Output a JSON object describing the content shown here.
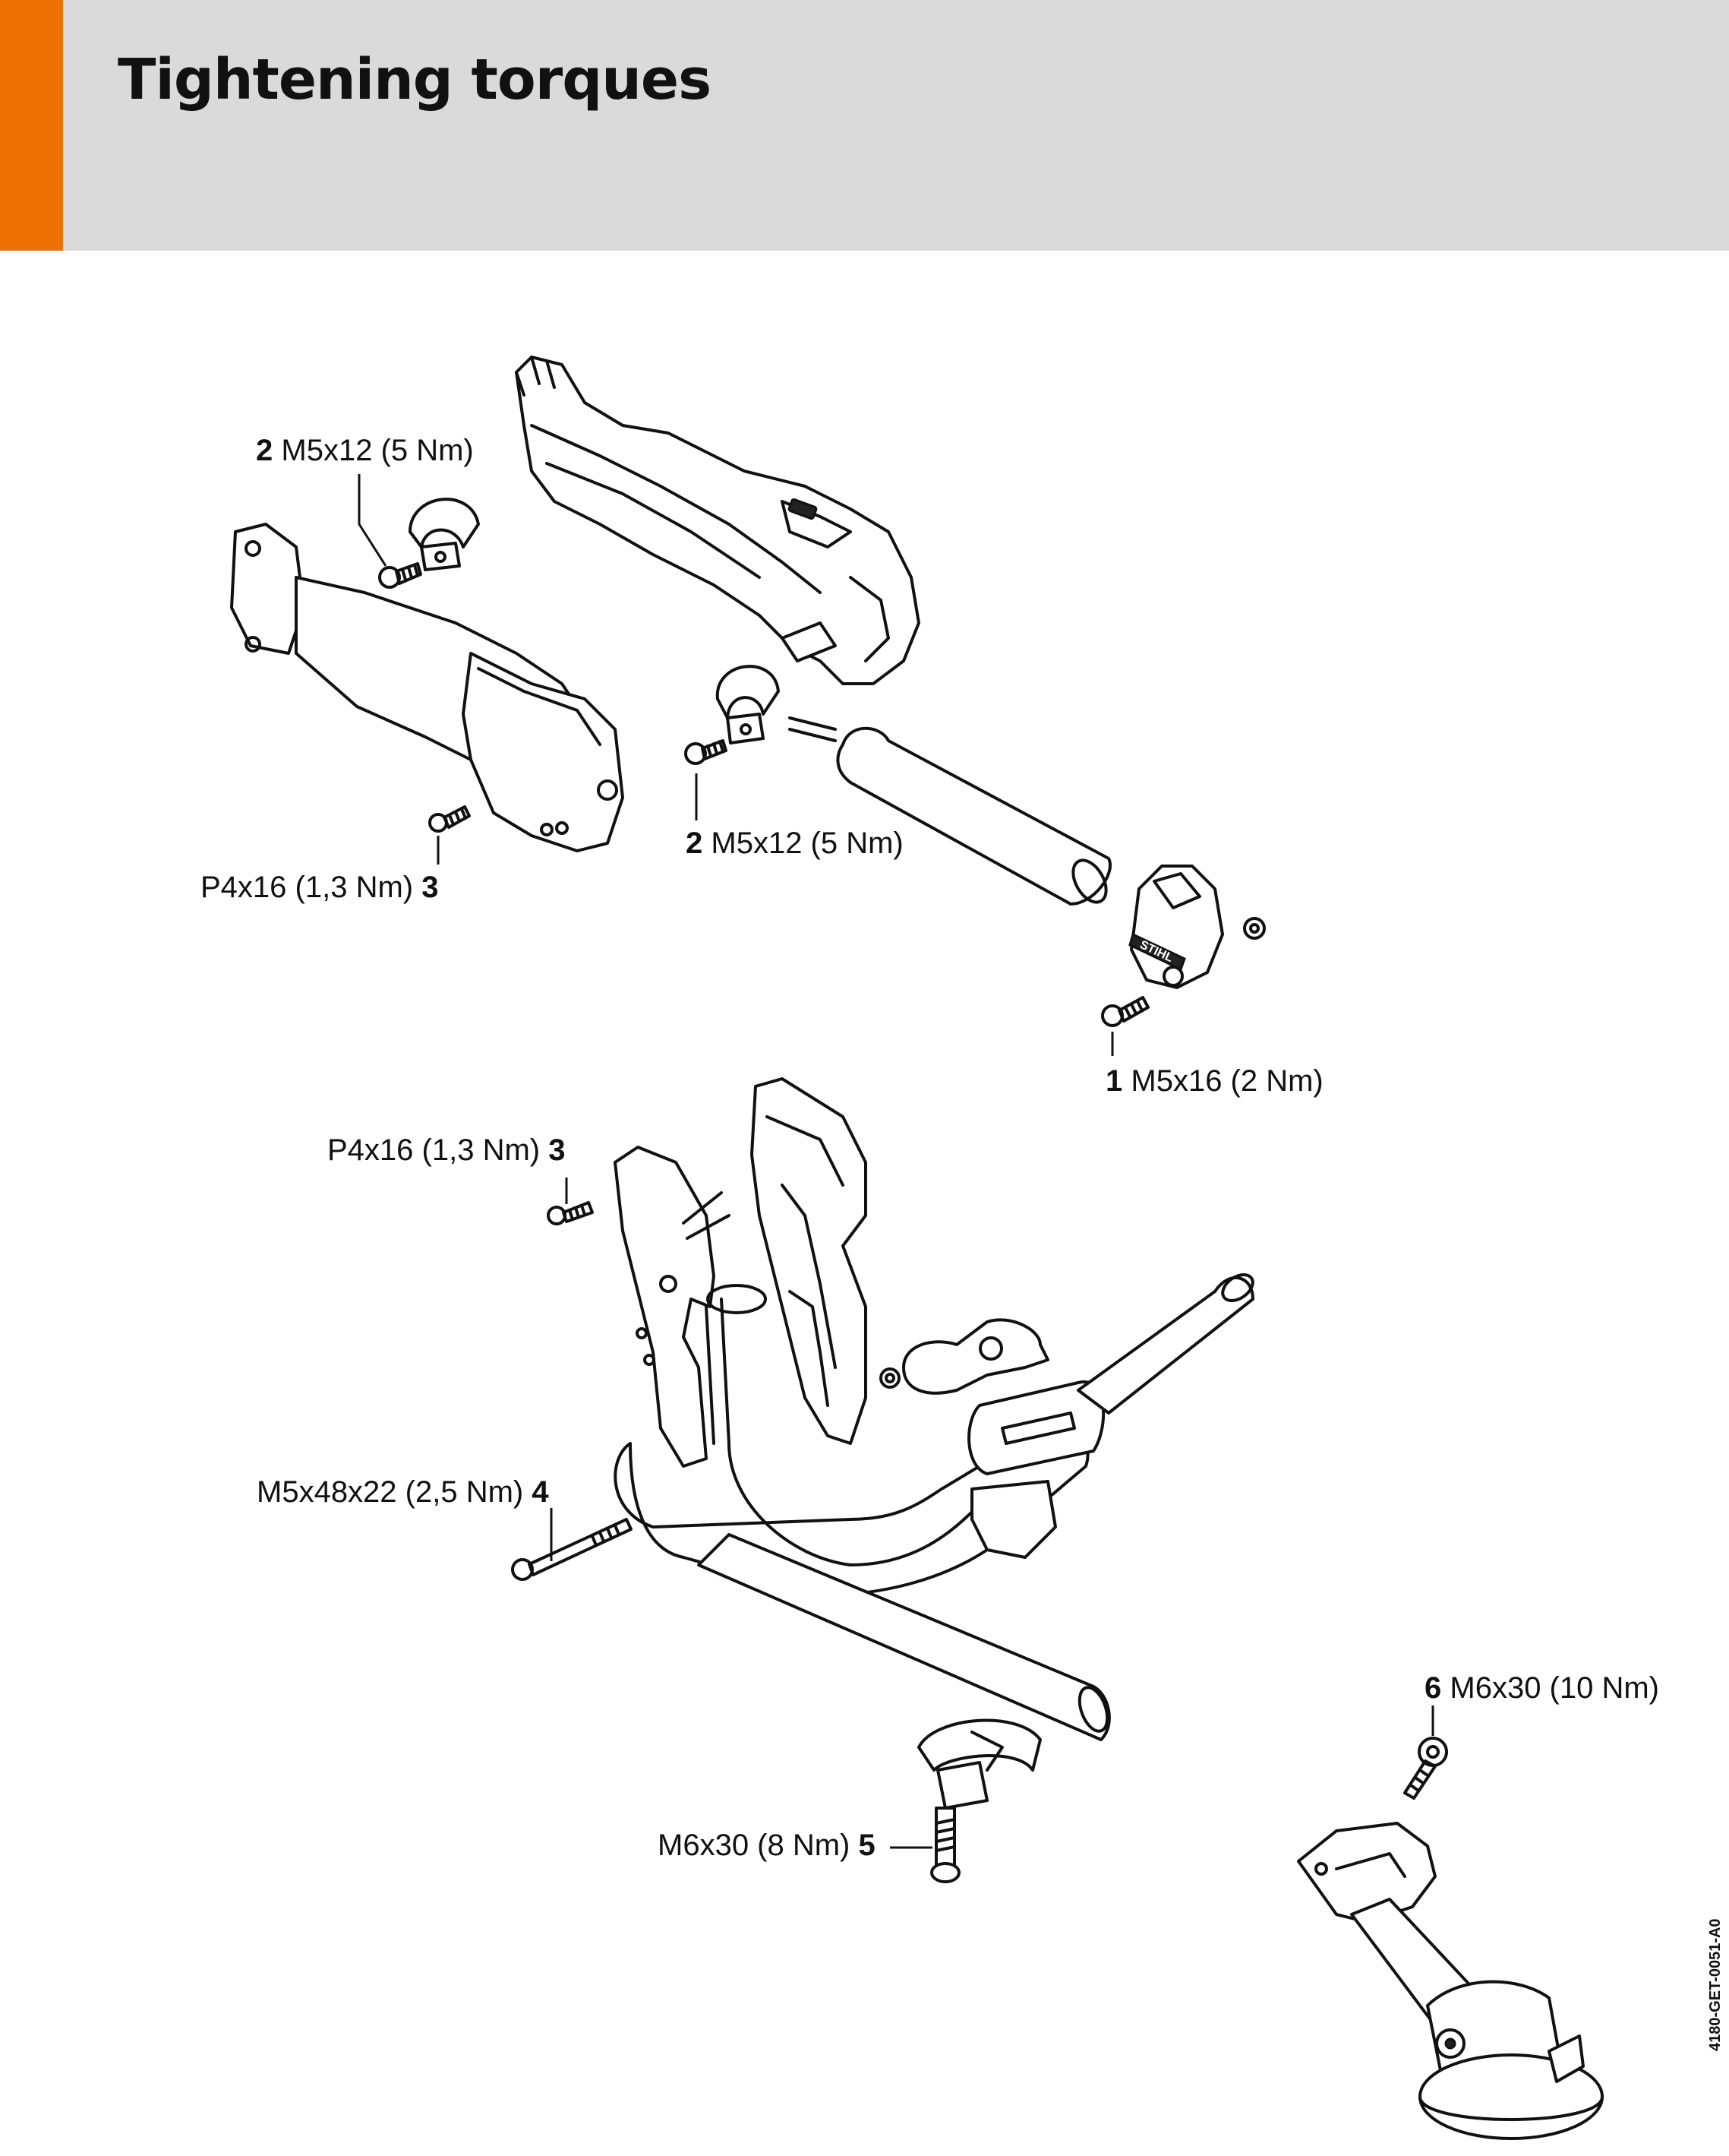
{
  "header": {
    "title": "Tightening torques",
    "accent_color": "#ee7203",
    "background_color": "#d9dad9"
  },
  "callouts": [
    {
      "id": "c1",
      "number": "2",
      "spec": "M5x12 (5 Nm)"
    },
    {
      "id": "c2",
      "number": "2",
      "spec": "M5x12 (5 Nm)"
    },
    {
      "id": "c3",
      "number": "3",
      "spec": "P4x16 (1,3 Nm)"
    },
    {
      "id": "c4",
      "number": "1",
      "spec": "M5x16 (2 Nm)"
    },
    {
      "id": "c5",
      "number": "3",
      "spec": "P4x16 (1,3 Nm)"
    },
    {
      "id": "c6",
      "number": "4",
      "spec": "M5x48x22 (2,5 Nm)"
    },
    {
      "id": "c7",
      "number": "5",
      "spec": "M6x30 (8 Nm)"
    },
    {
      "id": "c8",
      "number": "6",
      "spec": "M6x30 (10 Nm)"
    }
  ],
  "document_code": "4180-GET-0051-A0",
  "illustration": {
    "logo_text": "STIHL"
  }
}
